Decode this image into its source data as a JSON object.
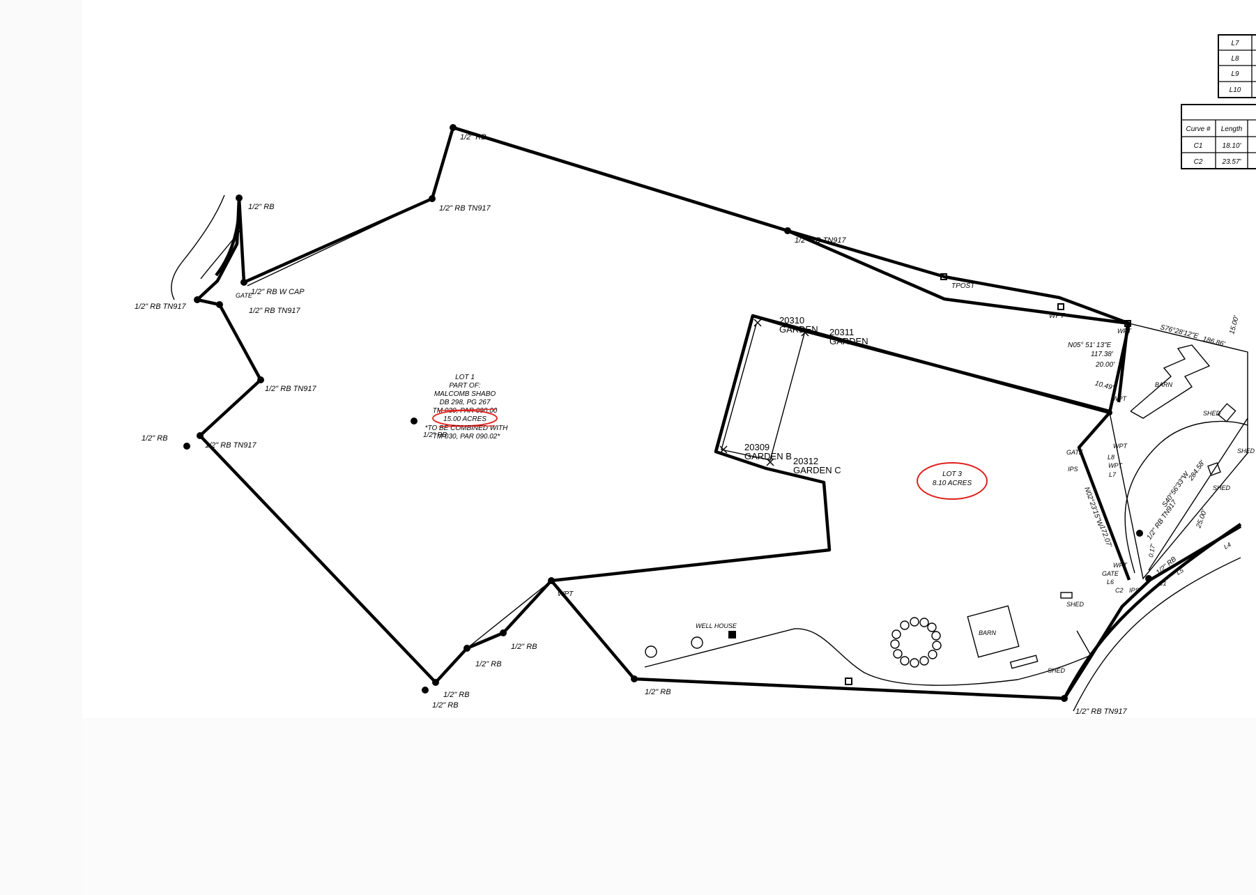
{
  "plat": {
    "lot1": {
      "lines": [
        "LOT 1",
        "PART OF:",
        "MALCOMB SHABO",
        "DB 298, PG 267",
        "TM 030, PAR 090.00",
        "15.00 ACRES",
        "*TO BE COMBINED WITH",
        "TM 030, PAR 090.02*"
      ],
      "overlap_label": "1/2\" RB"
    },
    "lot3": {
      "line1": "LOT 3",
      "line2": "8.10 ACRES"
    },
    "gardens": [
      {
        "id": "20310",
        "name": "GARDEN"
      },
      {
        "id": "20311",
        "name": "GARDEN"
      },
      {
        "id": "20309",
        "name": "GARDEN B"
      },
      {
        "id": "20312",
        "name": "GARDEN C"
      }
    ],
    "pins": {
      "rb_top": "1/2\" RB",
      "rb_tn917": "1/2\" RB TN917",
      "rb_cap": "1/2\" RB W CAP",
      "rb_upper_left": "1/2\" RB",
      "gate": "GATE",
      "rb_left_gate": "1/2\" RB TN917",
      "rb_right_gate": "1/2\" RB TN917",
      "rb_mid_left": "1/2\" RB TN917",
      "rb_left": "1/2\" RB",
      "rb_left2": "1/2\" RB TN917",
      "rb_top_edge": "1/2\" RB TN917",
      "rb_bottom1": "1/2\" RB",
      "rb_bottom2": "1/2\" RB",
      "rb_bottom3": "1/2\" RB",
      "rb_bottom4": "1/2\" RB",
      "rb_bottom5": "1/2\" RB",
      "wpt_mid": "WPT",
      "rb_bottom_right": "1/2\" RB TN917",
      "tpost": "TPOST",
      "wpt_top": "WPT"
    },
    "right_area": {
      "wpt1": "WPT",
      "bearing1": "N05° 51' 13\"E",
      "dist1": "117.38'",
      "dist2": "20.00'",
      "dist3": "10.49'",
      "wpt2": "WPT",
      "s76": "S76°28'12\"E",
      "d186": "186.86'",
      "d15": "15.00'",
      "barn": "BARN",
      "shed1": "SHED",
      "shed2": "SHED",
      "shed3": "SHED",
      "gate": "GATE",
      "ips": "IPS",
      "wpt3": "WPT",
      "l8": "L8",
      "wpt4": "WPT",
      "l7": "L7",
      "s40": "S40°56'33\"W",
      "d284": "284.58'",
      "rb_tn917_slant": "1/2\" RB TN917",
      "d25": "25.00'",
      "n02": "N02°23'15\"W",
      "d172": "172.07'",
      "d017": "0.17'",
      "rb_slant": "1/2\" RB",
      "wpt5": "WPT",
      "gate2": "GATE",
      "l6": "L6",
      "c2": "C2",
      "ips2": "IPS",
      "c1": "C1",
      "l5": "L5",
      "l4": "L4",
      "shed_small": "SHED"
    },
    "bottom": {
      "well_house": "WELL HOUSE",
      "barn": "BARN",
      "shed": "SHED"
    }
  },
  "line_table": {
    "rows": [
      "L7",
      "L8",
      "L9",
      "L10"
    ]
  },
  "curve_table": {
    "headers": [
      "Curve #",
      "Length"
    ],
    "rows": [
      {
        "curve": "C1",
        "length": "18.10'"
      },
      {
        "curve": "C2",
        "length": "23.57'"
      }
    ]
  },
  "colors": {
    "ink": "#000000",
    "highlight": "#e0201c",
    "paper": "#ffffff"
  }
}
